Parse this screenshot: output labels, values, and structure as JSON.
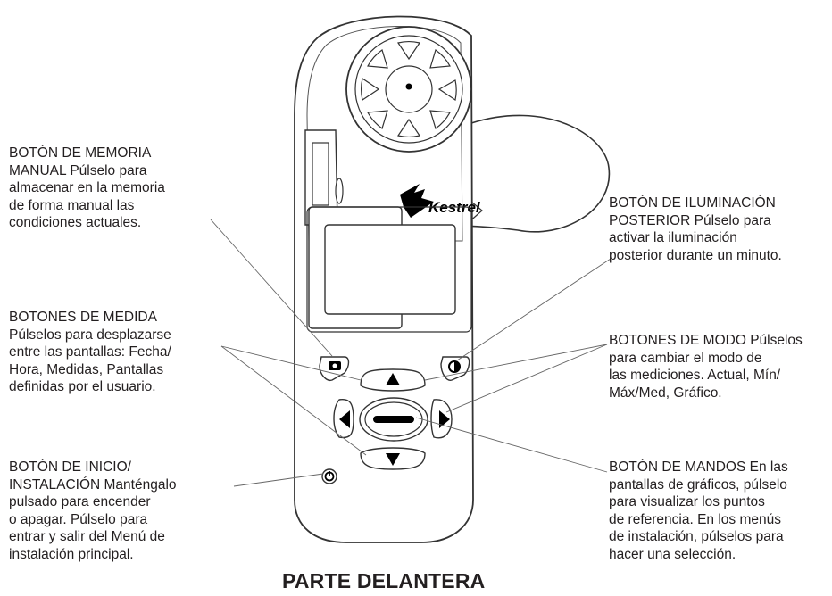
{
  "callouts": {
    "memory": {
      "heading": "BOTÓN DE MEMORIA\nMANUAL",
      "text": "Púlselo para\nalmacenar en la memoria\nde forma manual las\ncondiciones actuales."
    },
    "measure": {
      "heading": "BOTONES DE MEDIDA",
      "text": "Púlselos para desplazarse\nentre las pantallas: Fecha/\nHora, Medidas, Pantallas\ndefinidas por el usuario."
    },
    "start": {
      "heading": "BOTÓN DE INICIO/\nINSTALACIÓN",
      "text": "Manténgalo\npulsado para encender\no apagar. Púlselo para\nentrar y salir del Menú de\ninstalación principal."
    },
    "backlight": {
      "heading": "BOTÓN DE ILUMINACIÓN\nPOSTERIOR",
      "text": "Púlselo para\nactivar la iluminación\nposterior durante un minuto."
    },
    "mode": {
      "heading": "BOTONES DE MODO",
      "text": "Púlselos\npara cambiar el modo de\nlas mediciones. Actual, Mín/\nMáx/Med, Gráfico."
    },
    "command": {
      "heading": "BOTÓN DE MANDOS",
      "text": "En las\npantallas de gráficos, púlselo\npara visualizar los puntos\nde referencia. En los menús\nde instalación, púlselos para\nhacer una selección."
    }
  },
  "device": {
    "brand": "Kestrel"
  },
  "footer": {
    "title": "PARTE DELANTERA"
  }
}
